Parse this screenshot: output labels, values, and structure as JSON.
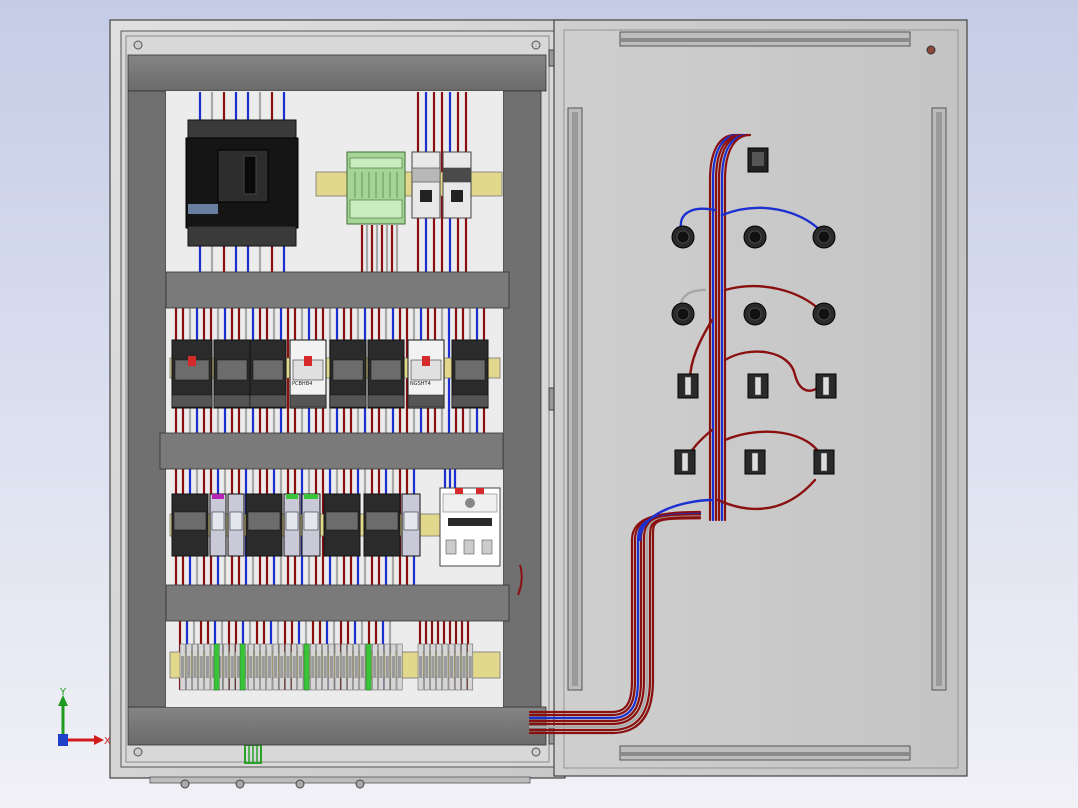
{
  "scene": {
    "kind": "electrical-cabinet-cad-view",
    "colors": {
      "background_top": "#c5cce6",
      "background_bottom": "#f1f1f6",
      "cabinet": "#d4d4d4",
      "mounting_bar": "#7b7b7b",
      "din_rail": "#e2d88c",
      "wire_red": "#8a1010",
      "wire_blue": "#1c2fd0",
      "wire_gray": "#a8a8a8",
      "wire_green": "#2aa12a"
    }
  },
  "component_labels": {
    "contactor_a": "PCBHB4",
    "contactor_b": "NGSHT4"
  },
  "axes": {
    "x_label": "X",
    "y_label": "Y"
  }
}
